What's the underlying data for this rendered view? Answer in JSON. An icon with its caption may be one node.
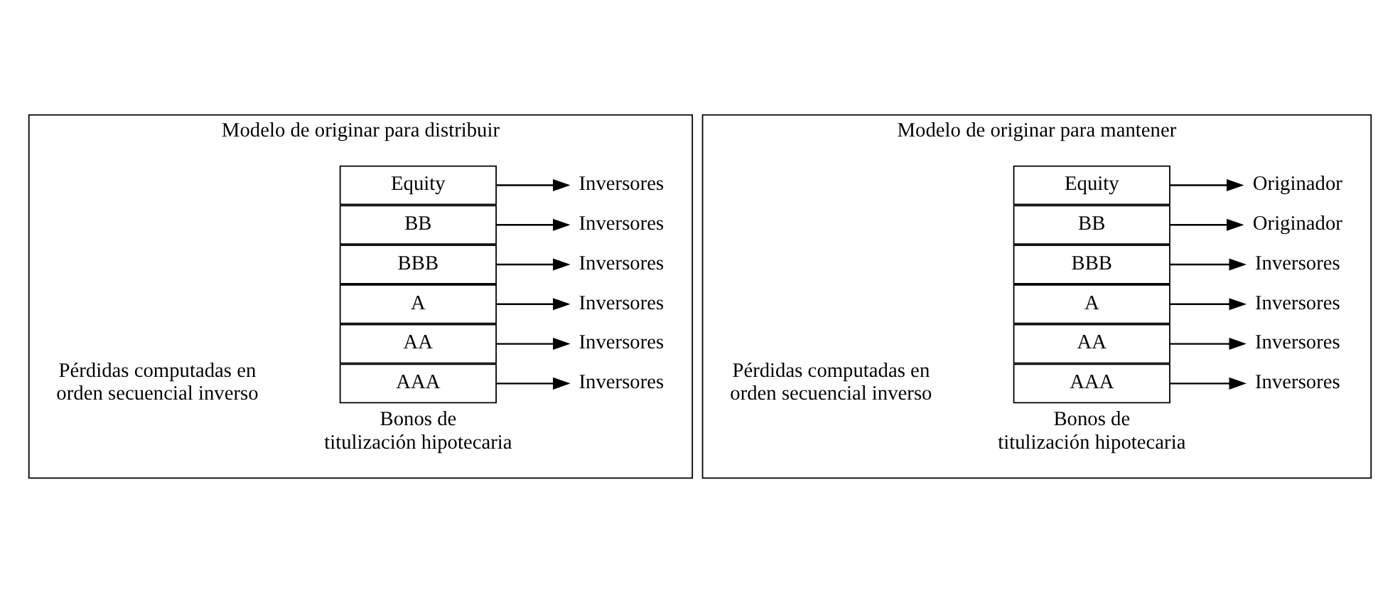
{
  "diagram": {
    "nodes": [
      {
        "text": [
          "Modelo de originar para distribuir"
        ]
      },
      {
        "text": [
          "AAA"
        ],
        "in": 0
      },
      {
        "text": [
          "AA"
        ],
        "in": 0
      },
      {
        "text": [
          "A"
        ],
        "in": 0
      },
      {
        "text": [
          "BBB"
        ],
        "in": 0
      },
      {
        "text": [
          "BB"
        ],
        "in": 0
      },
      {
        "text": [
          "Equity"
        ],
        "in": 0
      },
      {
        "text": [
          "Inversores"
        ],
        "in": 0
      },
      {
        "text": [
          "Inversores"
        ],
        "in": 0
      },
      {
        "text": [
          "Inversores"
        ],
        "in": 0
      },
      {
        "text": [
          "Inversores"
        ],
        "in": 0
      },
      {
        "text": [
          "Inversores"
        ],
        "in": 0
      },
      {
        "text": [
          "Inversores"
        ],
        "in": 0
      },
      {
        "text": [
          "Modelo de originar para mantener"
        ]
      },
      {
        "text": [
          "AAA"
        ],
        "in": 13
      },
      {
        "text": [
          "AA"
        ],
        "in": 13
      },
      {
        "text": [
          "A"
        ],
        "in": 13
      },
      {
        "text": [
          "BBB"
        ],
        "in": 13
      },
      {
        "text": [
          "BB"
        ],
        "in": 13
      },
      {
        "text": [
          "Equity"
        ],
        "in": 13
      },
      {
        "text": [
          "Inversores"
        ],
        "in": 13
      },
      {
        "text": [
          "Inversores"
        ],
        "in": 13
      },
      {
        "text": [
          "Inversores"
        ],
        "in": 13
      },
      {
        "text": [
          "Inversores"
        ],
        "in": 13
      },
      {
        "text": [
          "Originador"
        ],
        "in": 13
      },
      {
        "text": [
          "Originador"
        ],
        "in": 13
      }
    ],
    "edges": [
      {
        "from": 1,
        "to": 7,
        "arrow": "to"
      },
      {
        "from": 2,
        "to": 8,
        "arrow": "to"
      },
      {
        "from": 3,
        "to": 9,
        "arrow": "to"
      },
      {
        "from": 4,
        "to": 10,
        "arrow": "to"
      },
      {
        "from": 5,
        "to": 11,
        "arrow": "to"
      },
      {
        "from": 6,
        "to": 12,
        "arrow": "to"
      },
      {
        "from": 14,
        "to": 20,
        "arrow": "to"
      },
      {
        "from": 15,
        "to": 21,
        "arrow": "to"
      },
      {
        "from": 16,
        "to": 22,
        "arrow": "to"
      },
      {
        "from": 17,
        "to": 23,
        "arrow": "to"
      },
      {
        "from": 18,
        "to": 24,
        "arrow": "to"
      },
      {
        "from": 19,
        "to": 25,
        "arrow": "to"
      }
    ],
    "labels": [
      "Bonos de titulización hipotecaria",
      "Pérdidas computadas en orden secuencial inverso",
      "Bonos de titulización hipotecaria",
      "Pérdidas computadas en orden secuencial inverso"
    ]
  }
}
